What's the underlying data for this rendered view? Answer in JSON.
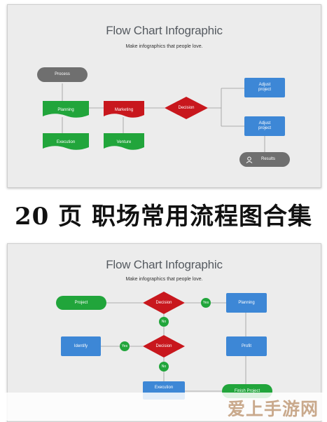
{
  "slide1": {
    "title": "Flow Chart Infographic",
    "subtitle": "Make infographics that people love.",
    "nodes": {
      "process": "Process",
      "planning": "Planning",
      "marketing": "Marketing",
      "decision": "Decision",
      "execution": "Execution",
      "venture": "Venture",
      "adjust_1": "Adjust\nproject",
      "adjust_2": "Adjust\nproject",
      "results": "Results"
    }
  },
  "banner": "20 页 职场常用流程图合集",
  "slide2": {
    "title": "Flow Chart Infographic",
    "subtitle": "Make infographics that people love.",
    "nodes": {
      "project": "Project",
      "decision_1": "Decision",
      "planning": "Planning",
      "identify": "Identify",
      "decision_2": "Decision",
      "profit": "Profit",
      "execution": "Execution",
      "finish_project": "Finish Project"
    },
    "badges": {
      "yes_1": "Yes",
      "no_1": "No",
      "yes_2": "Yes",
      "no_2": "No"
    }
  },
  "watermark": "爱上手游网",
  "colors": {
    "gray": "#6f6f6f",
    "green": "#21a53b",
    "red": "#c8171d",
    "blue": "#3d87d6",
    "watermark": "#c9a98c"
  }
}
